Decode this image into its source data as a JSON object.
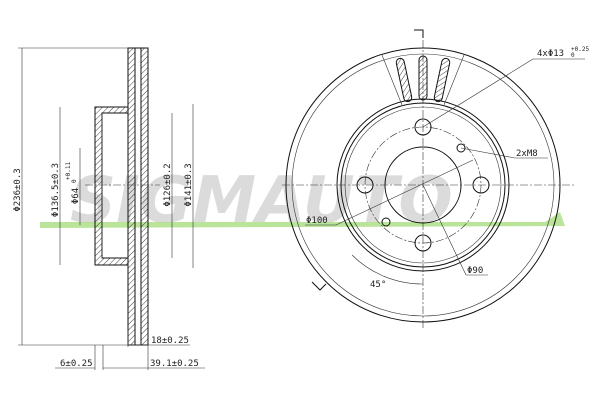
{
  "watermark": {
    "text": "SIGMAUTO",
    "color": "#c8c8c8",
    "accent": "#9bd96b"
  },
  "side_view": {
    "dims": {
      "outer_diameter": "Φ236±0.3",
      "d1365": "Φ136.5±0.3",
      "center_bore": "Φ64",
      "center_bore_tol_upper": "+0.11",
      "center_bore_tol_lower": "0",
      "d126": "Φ126±0.2",
      "d141": "Φ141±0.3",
      "thickness": "18±0.25",
      "hat_thickness": "6±0.25",
      "height": "39.1±0.25"
    }
  },
  "front_view": {
    "dims": {
      "bolt_holes": "4xΦ13",
      "bolt_holes_tol_upper": "+0.25",
      "bolt_holes_tol_lower": "0",
      "threads": "2xM8",
      "pcd": "Φ100",
      "d90": "Φ90",
      "angle": "45°"
    }
  }
}
